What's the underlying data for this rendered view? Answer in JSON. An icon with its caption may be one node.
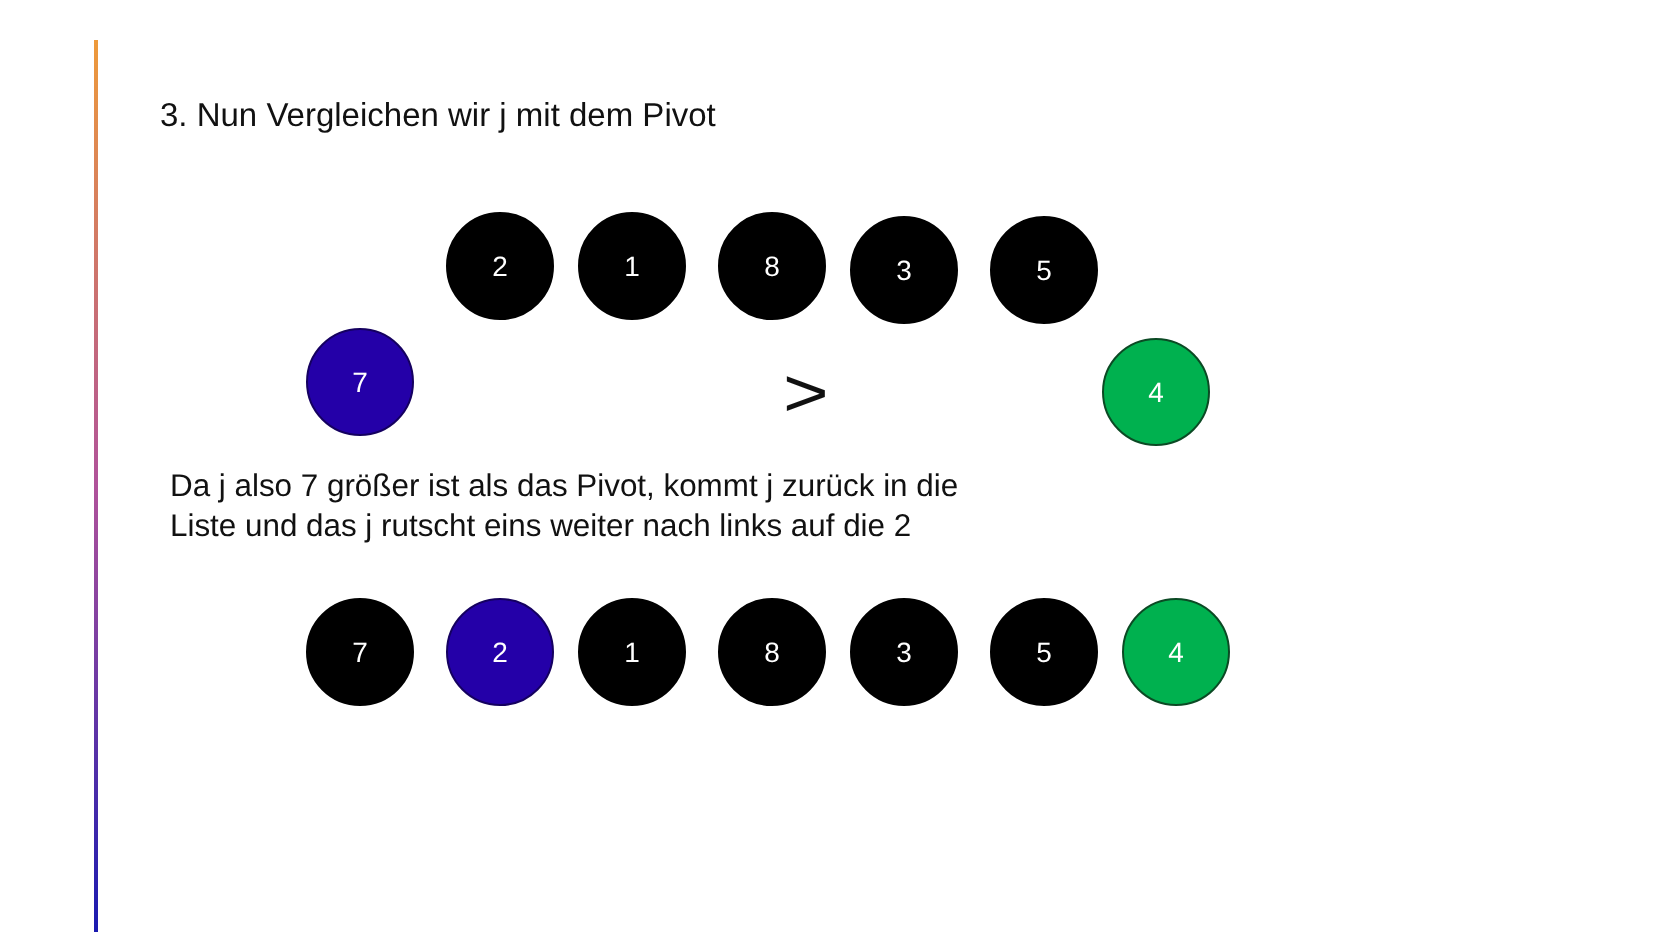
{
  "diagram": {
    "title": "3. Nun Vergleichen wir j mit dem Pivot",
    "nodes": [
      {
        "text": [
          "2"
        ]
      },
      {
        "text": [
          "1"
        ]
      },
      {
        "text": [
          "8"
        ]
      },
      {
        "text": [
          "3"
        ]
      },
      {
        "text": [
          "5"
        ]
      },
      {
        "text": [
          "7"
        ]
      },
      {
        "text": [
          "4"
        ]
      },
      {
        "text": [
          "7"
        ]
      },
      {
        "text": [
          "2"
        ]
      },
      {
        "text": [
          "1"
        ]
      },
      {
        "text": [
          "8"
        ]
      },
      {
        "text": [
          "3"
        ]
      },
      {
        "text": [
          "5"
        ]
      },
      {
        "text": [
          "4"
        ]
      }
    ],
    "labels": [
      ">",
      "Da j also 7 größer ist als das Pivot, kommt j zurück in die Liste und das j rutscht eins weiter nach links auf die 2"
    ]
  }
}
